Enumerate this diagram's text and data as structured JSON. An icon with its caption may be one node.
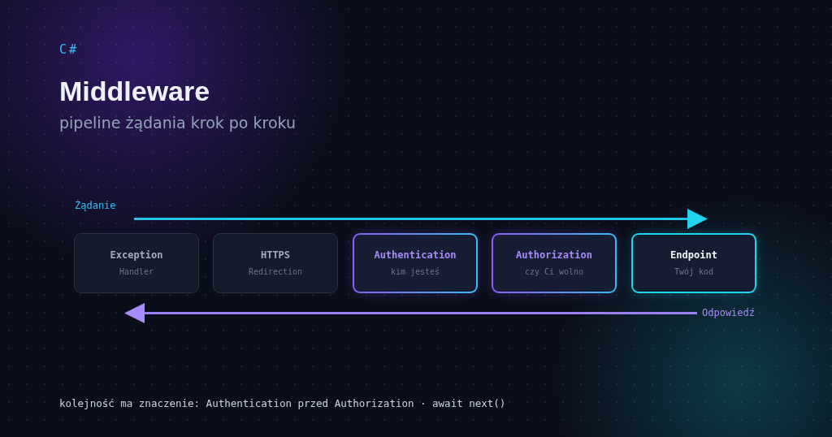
{
  "diagram": {
    "title": "Middleware",
    "nodes": [
      {
        "text": [
          "Exception",
          "Handler"
        ]
      },
      {
        "text": [
          "HTTPS",
          "Redirection"
        ]
      },
      {
        "text": [
          "Authentication",
          "kim jesteś"
        ]
      },
      {
        "text": [
          "Authorization",
          "czy Ci wolno"
        ]
      },
      {
        "text": [
          "Endpoint",
          "Twój kod"
        ]
      }
    ],
    "edges": [],
    "labels": [
      "C#",
      "pipeline żądania krok po kroku",
      "Żądanie",
      "Odpowiedź",
      "kolejność ma znaczenie: Authentication przed Authorization · await next()"
    ]
  }
}
